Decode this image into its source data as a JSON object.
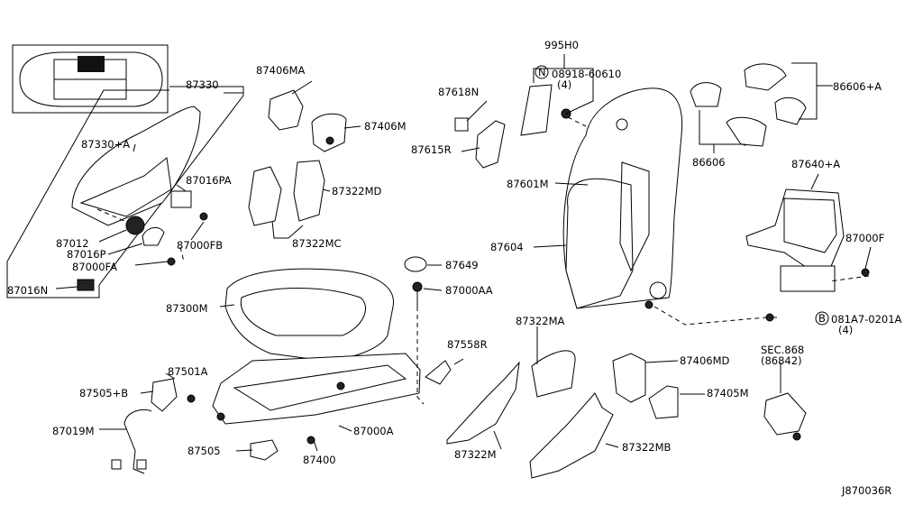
{
  "diagram_id": "J870036R",
  "labels": {
    "l87330": "87330",
    "l87330A": "87330+A",
    "l87016PA": "87016PA",
    "l87012": "87012",
    "l87000FB": "87000FB",
    "l87016P": "87016P",
    "l87000FA": "87000FA",
    "l87016N": "87016N",
    "l87406MA": "87406MA",
    "l87406M": "87406M",
    "l87322MD": "87322MD",
    "l87322MC": "87322MC",
    "l87618N": "87618N",
    "l87615R": "87615R",
    "l995H0": "995H0",
    "lN": "N",
    "l08918": "08918-60610",
    "l08918q": "(4)",
    "l86606A": "86606+A",
    "l86606": "86606",
    "l87640A": "87640+A",
    "l87000F": "87000F",
    "l87601M": "87601M",
    "l87604": "87604",
    "l87649": "87649",
    "l87000AA": "87000AA",
    "l87300M": "87300M",
    "l87501A": "87501A",
    "l87505B": "87505+B",
    "l87019M": "87019M",
    "l87505": "87505",
    "l87400": "87400",
    "l87000A": "87000A",
    "l87558R": "87558R",
    "l87322MA": "87322MA",
    "l87322M": "87322M",
    "l87322MB": "87322MB",
    "l87406MD": "87406MD",
    "l87405M": "87405M",
    "lSEC": "SEC.868",
    "l86842": "(86842)",
    "lB": "B",
    "l081A7": "081A7-0201A",
    "l081A7q": "(4)"
  },
  "icons": {
    "car": "car-top-view-icon",
    "nut": "nut-icon",
    "bolt": "bolt-icon"
  }
}
